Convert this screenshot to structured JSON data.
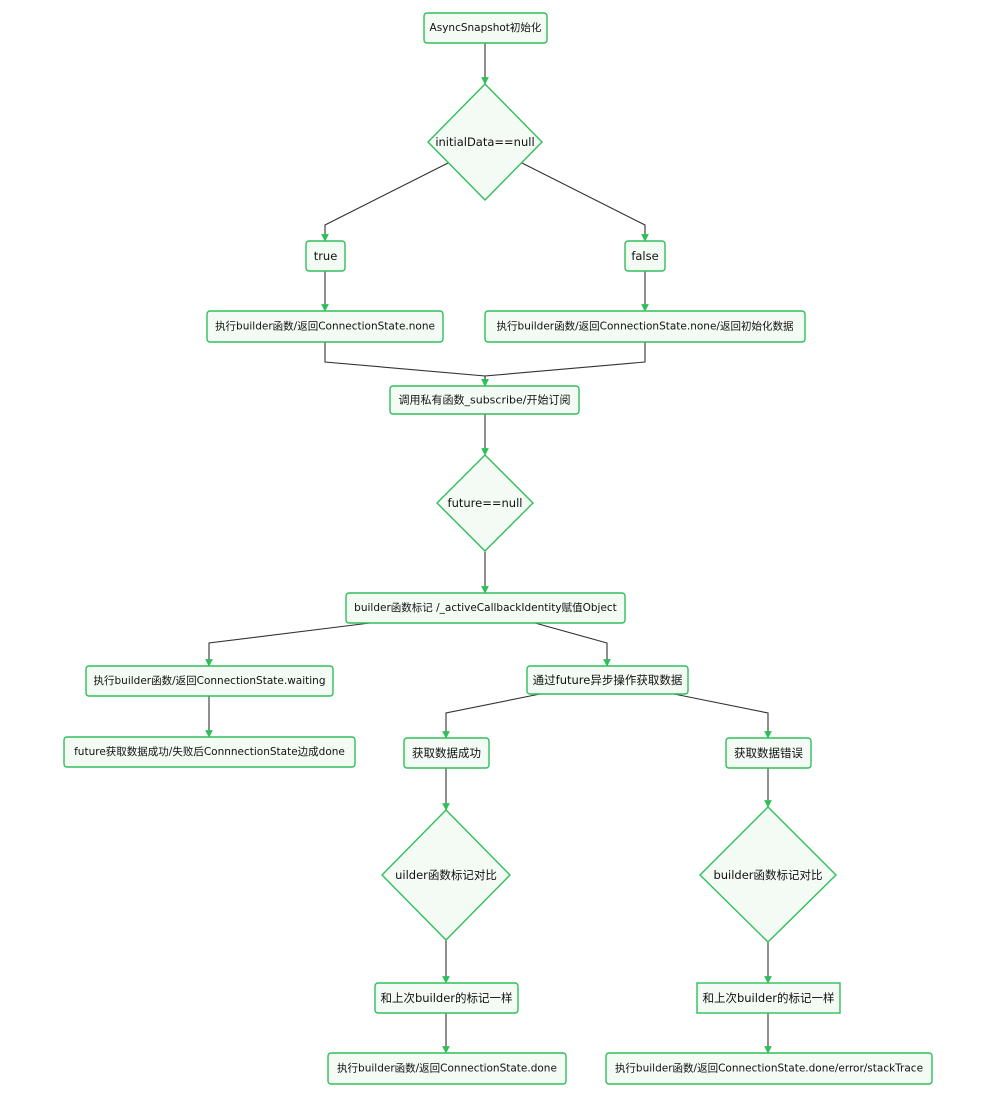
{
  "colors": {
    "node_stroke": "#2fbf5a",
    "node_fill": "#f4fbf5",
    "edge": "#333333",
    "arrow": "#2fbf5a"
  },
  "nodes": {
    "start": "AsyncSnapshot初始化",
    "initial_check": "initialData==null",
    "true": "true",
    "false": "false",
    "exec_none": "执行builder函数/返回ConnectionState.none",
    "exec_none_initial": "执行builder函数/返回ConnectionState.none/返回初始化数据",
    "subscribe": "调用私有函数_subscribe/开始订阅",
    "future_check": "future==null",
    "mark": "builder函数标记 /_activeCallbackIdentity赋值Object",
    "exec_waiting": "执行builder函数/返回ConnectionState.waiting",
    "future_done": "future获取数据成功/失败后Connnection​State边成done",
    "async_fetch": "通过future异步操作获取数据",
    "fetch_success": "获取数据成功",
    "fetch_error": "获取数据错误",
    "compare_left": "uilder函数标记对比",
    "compare_right": "builder函数标记对比",
    "same_left": "和上次builder的标记一样",
    "same_right": "和上次builder的标记一样",
    "exec_done": "执行builder函数/返回ConnectionState.done",
    "exec_done_error": "执行builder函数/返回ConnectionState.done/error/stackTrace"
  }
}
